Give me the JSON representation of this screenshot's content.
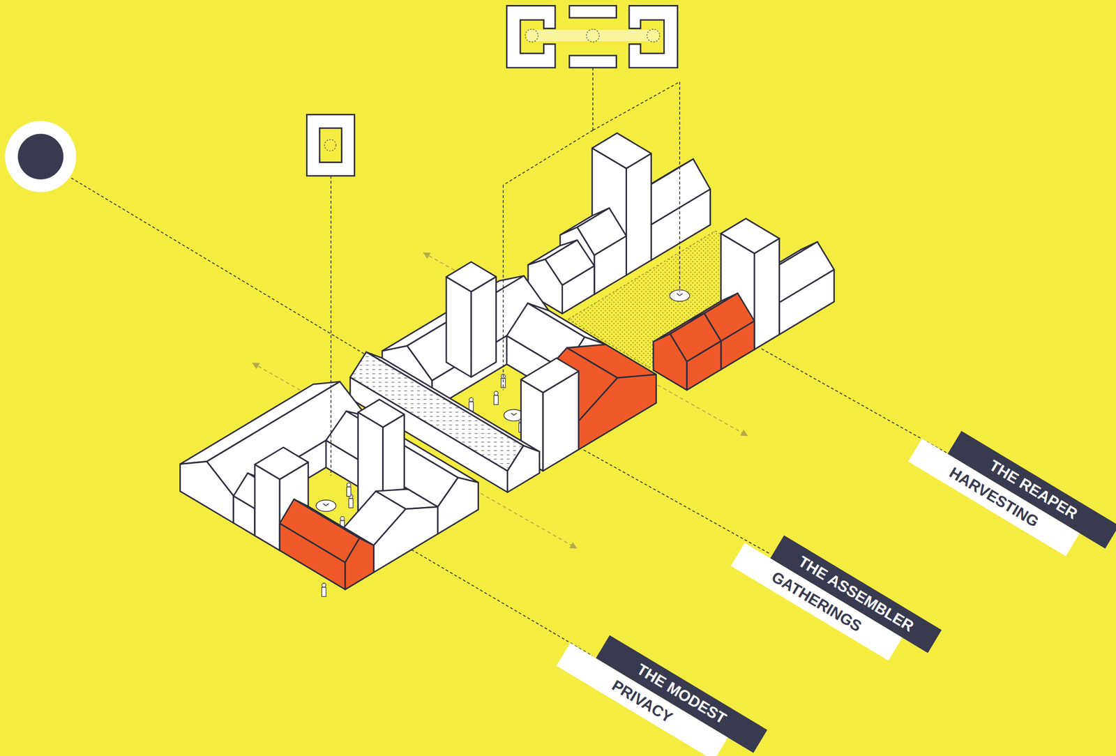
{
  "diagram": {
    "nodes": [
      {
        "text": [
          "THE MODEST",
          "PRIVACY"
        ]
      },
      {
        "text": [
          "THE ASSEMBLER",
          "GATHERINGS"
        ]
      },
      {
        "text": [
          "THE REAPER",
          "HARVESTING"
        ]
      }
    ]
  }
}
